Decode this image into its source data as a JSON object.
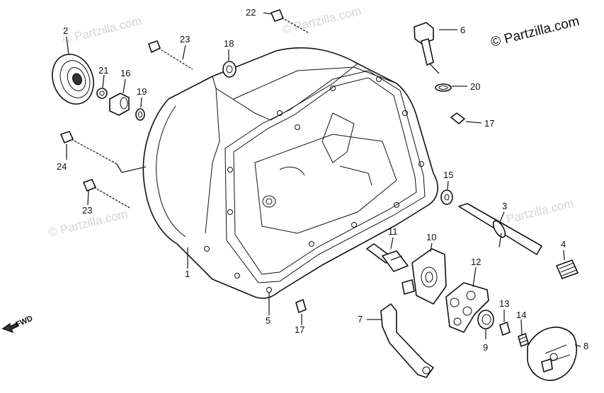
{
  "brand": "© Partzilla.com",
  "watermark": "© Partzilla.com",
  "fwd_label": "FWD",
  "parts": {
    "p1": "1",
    "p2": "2",
    "p3": "3",
    "p4": "4",
    "p5": "5",
    "p6": "6",
    "p7": "7",
    "p8": "8",
    "p9": "9",
    "p10": "10",
    "p11": "11",
    "p12": "12",
    "p13": "13",
    "p14": "14",
    "p15": "15",
    "p16": "16",
    "p17a": "17",
    "p17b": "17",
    "p18": "18",
    "p19": "19",
    "p20": "20",
    "p21": "21",
    "p22": "22",
    "p23a": "23",
    "p23b": "23",
    "p24": "24"
  }
}
